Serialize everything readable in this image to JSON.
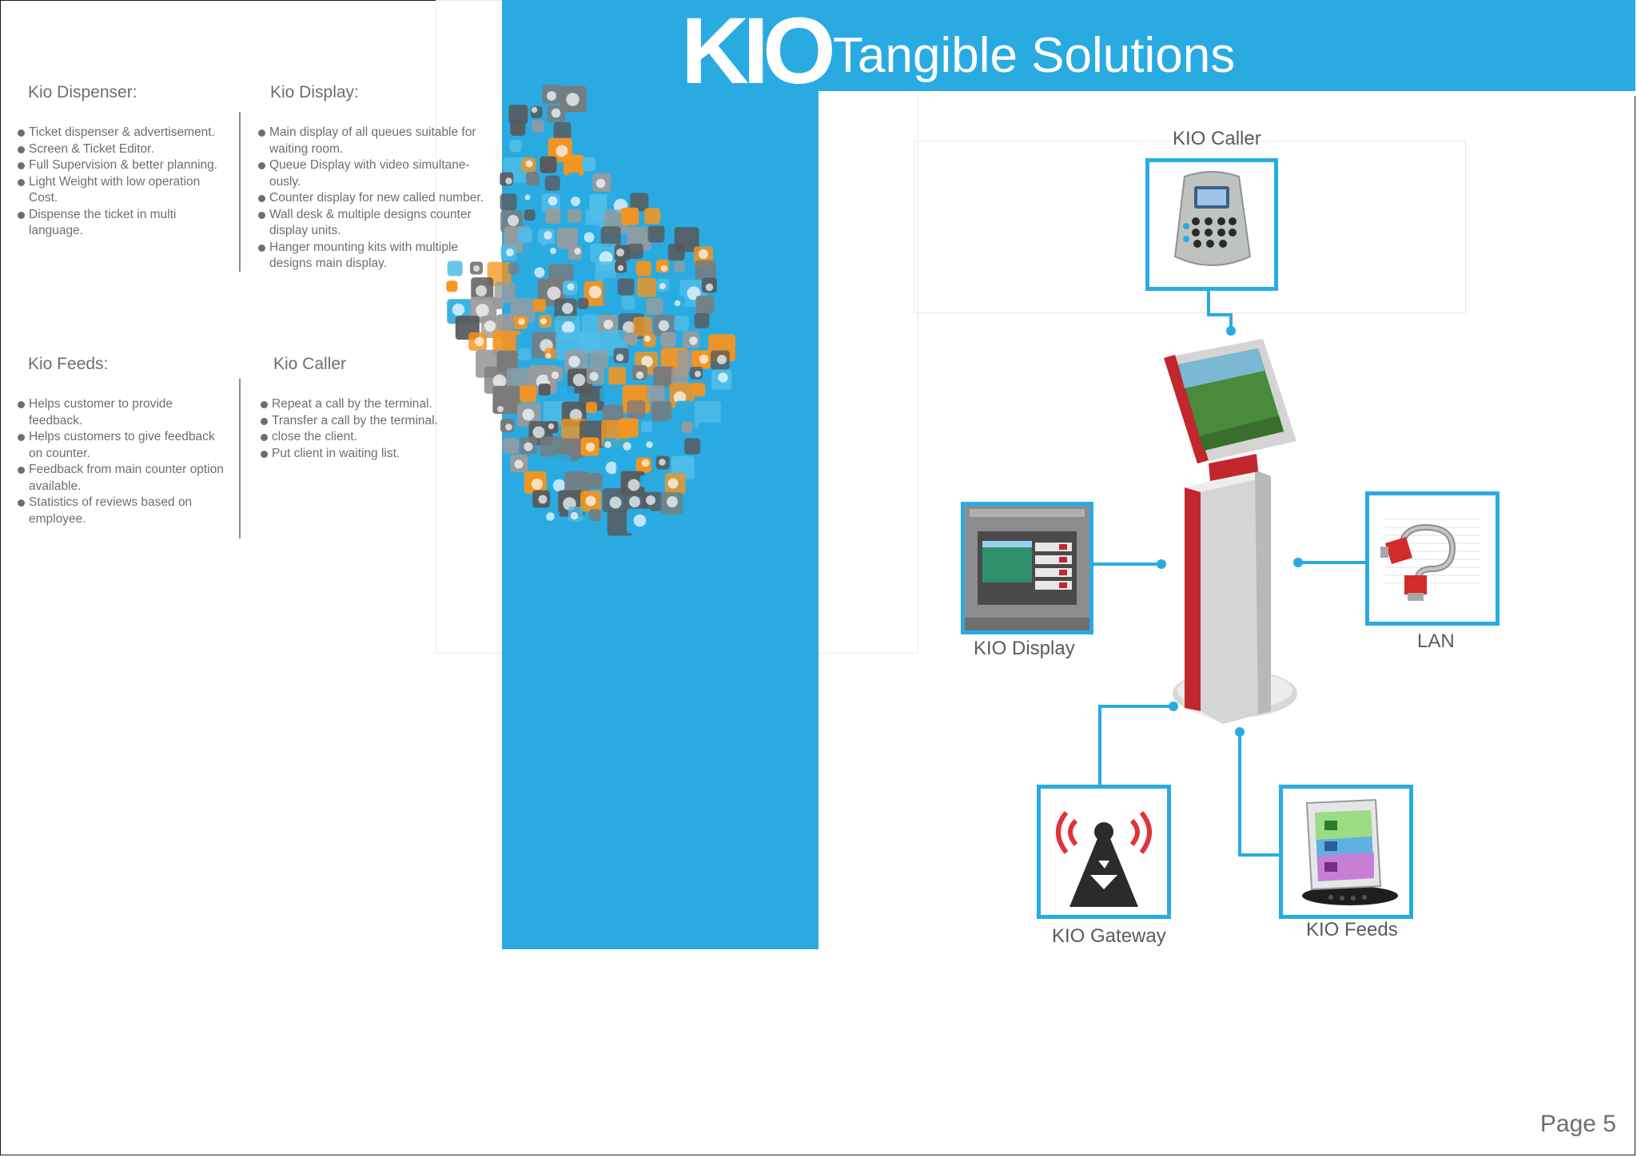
{
  "header": {
    "brand": "KIO",
    "subtitle": "Tangible Solutions"
  },
  "sections": {
    "dispenser": {
      "heading": "Kio Dispenser:",
      "items": [
        "Ticket dispenser & advertisement.",
        "Screen & Ticket Editor.",
        "Full Supervision & better planning.",
        "Light Weight with low operation Cost.",
        "Dispense the ticket in multi language."
      ]
    },
    "display": {
      "heading": "Kio Display:",
      "items": [
        "Main display of all queues suitable for waiting room.",
        "Queue Display with video simultane-ously.",
        "Counter display for new called number.",
        "Wall desk & multiple designs counter display units.",
        "Hanger mounting kits with multiple designs main display."
      ]
    },
    "feeds": {
      "heading": "Kio Feeds:",
      "items": [
        "Helps customer to provide feedback.",
        "Helps customers to give feedback on counter.",
        "Feedback from main counter option available.",
        "Statistics of reviews based on employee."
      ]
    },
    "caller": {
      "heading": "Kio Caller",
      "items": [
        "Repeat a call by the terminal.",
        "Transfer a call by the terminal.",
        "close the client.",
        "Put client in waiting list."
      ]
    }
  },
  "diagram": {
    "caller_label": "KIO Caller",
    "display_label": "KIO Display",
    "lan_label": "LAN",
    "gateway_label": "KIO Gateway",
    "feeds_label": "KIO Feeds"
  },
  "footer": {
    "page": "Page 5"
  },
  "colors": {
    "accent": "#29abe2",
    "text": "#6d6e71",
    "kiosk_red": "#c1272d"
  },
  "icons": [
    "thumbs-up-collage",
    "caller-device-icon",
    "display-screen-icon",
    "lan-cable-icon",
    "gateway-tower-icon",
    "feedback-tablet-icon",
    "kiosk-image"
  ]
}
